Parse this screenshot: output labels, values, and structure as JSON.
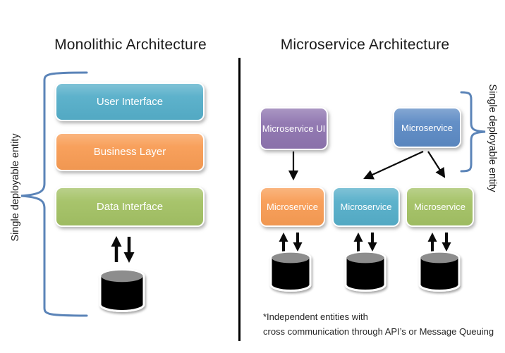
{
  "colors": {
    "teal": "#55AEC9",
    "orange": "#F89C54",
    "green": "#A3C164",
    "purple": "#8E74AF",
    "blue": "#5C8AC4",
    "bracket": "#5B84B8",
    "arrow": "#0A0A0A",
    "divider": "#000000",
    "cylinder_body": "#060606",
    "cylinder_top": "#8D8D8D",
    "title_text": "#1A1A1A",
    "box_text": "#FFFFFF"
  },
  "left_panel": {
    "title": "Monolithic Architecture",
    "bracket_label": "Single deployable entity",
    "layers": [
      {
        "label": "User Interface",
        "color": "#55AEC9"
      },
      {
        "label": "Business Layer",
        "color": "#F89C54"
      },
      {
        "label": "Data Interface",
        "color": "#A3C164"
      }
    ]
  },
  "right_panel": {
    "title": "Microservice Architecture",
    "bracket_label": "Single deployable entity",
    "top_services": [
      {
        "label": "Microservice UI",
        "color": "#8E74AF"
      },
      {
        "label": "Microservice",
        "color": "#5C8AC4"
      }
    ],
    "bottom_services": [
      {
        "label": "Microservice",
        "color": "#F89C54"
      },
      {
        "label": "Microservice",
        "color": "#55AEC9"
      },
      {
        "label": "Microservice",
        "color": "#A3C164"
      }
    ],
    "footnote": {
      "line1": "*Independent entities with",
      "line2": "cross communication through API’s or Message Queuing"
    }
  }
}
